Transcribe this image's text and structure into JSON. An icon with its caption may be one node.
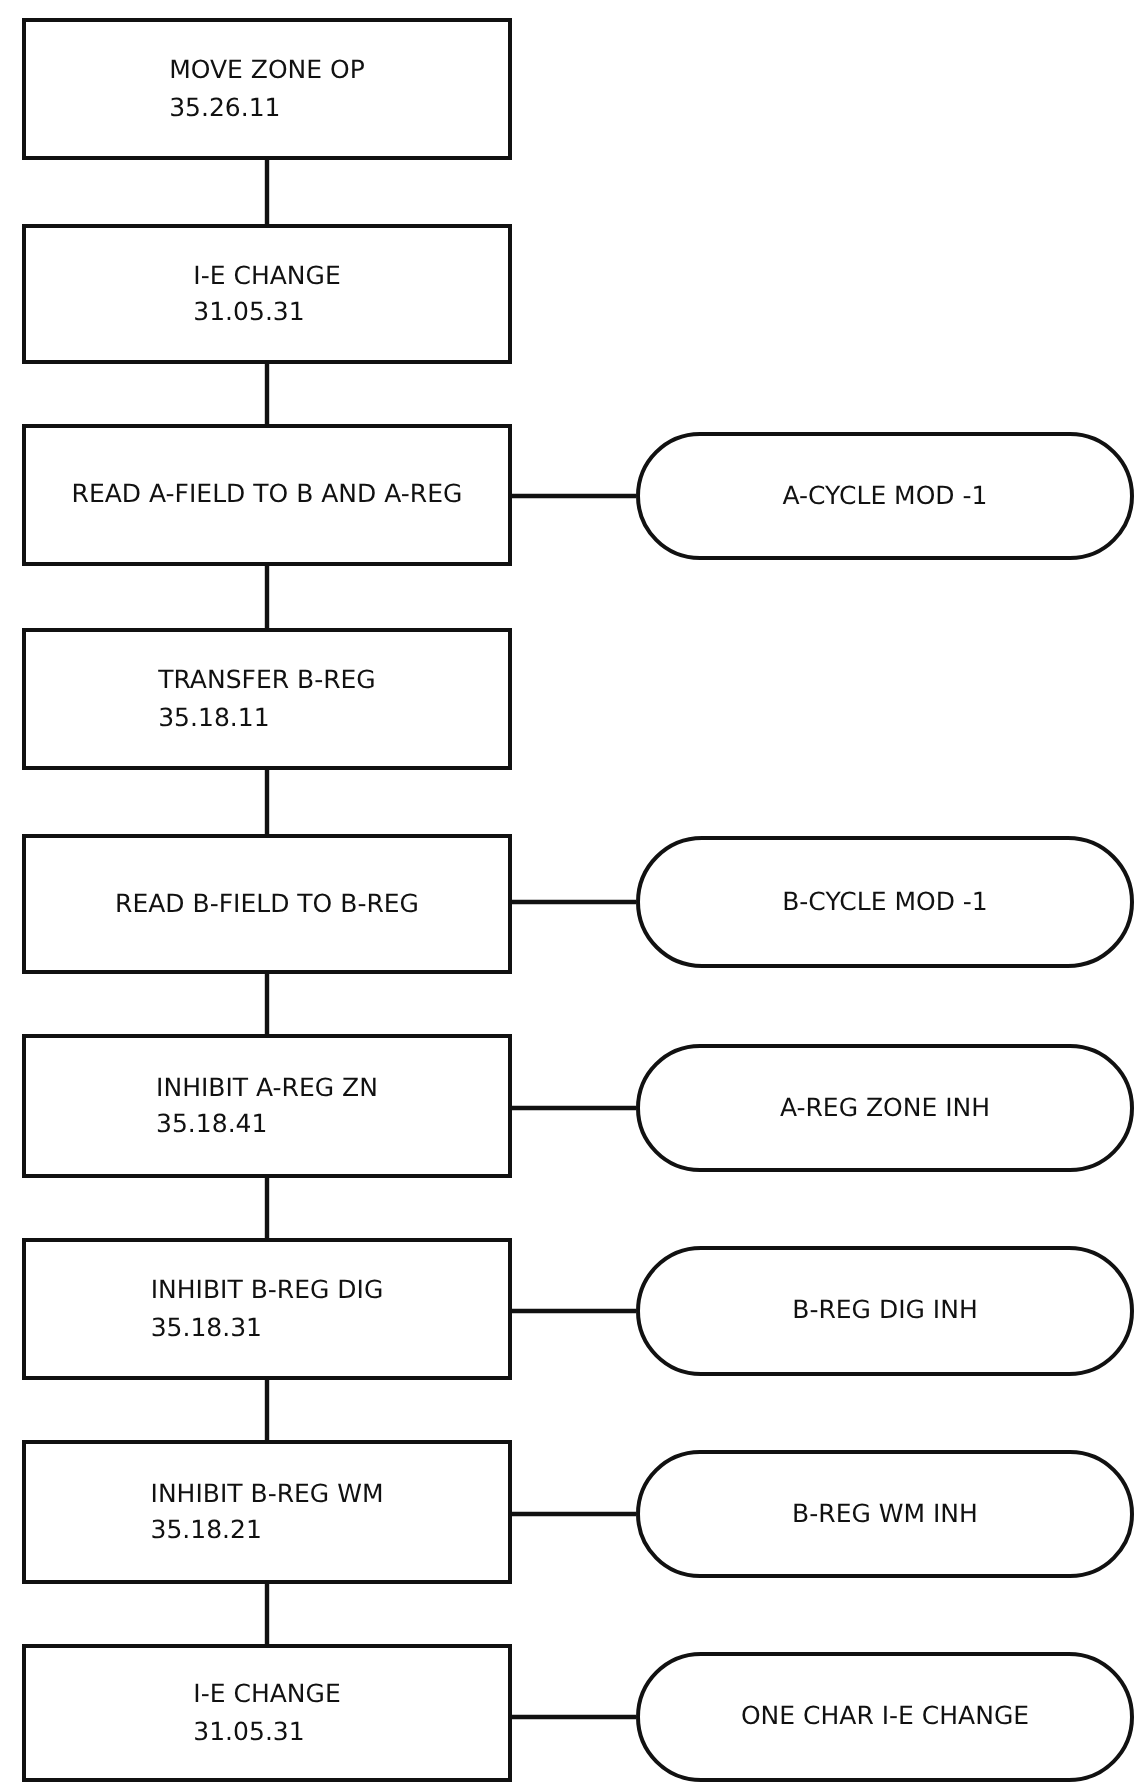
{
  "diagram": {
    "nodes": [
      {
        "text": [
          "MOVE ZONE OP",
          "35.26.11"
        ]
      },
      {
        "text": [
          "I-E CHANGE",
          "31.05.31"
        ]
      },
      {
        "text": [
          "READ A-FIELD TO B AND A-REG"
        ]
      },
      {
        "text": [
          "A-CYCLE MOD -1"
        ]
      },
      {
        "text": [
          "TRANSFER B-REG",
          "35.18.11"
        ]
      },
      {
        "text": [
          "READ B-FIELD TO B-REG"
        ]
      },
      {
        "text": [
          "B-CYCLE MOD -1"
        ]
      },
      {
        "text": [
          "INHIBIT A-REG ZN",
          "35.18.41"
        ]
      },
      {
        "text": [
          "A-REG ZONE INH"
        ]
      },
      {
        "text": [
          "INHIBIT B-REG DIG",
          "35.18.31"
        ]
      },
      {
        "text": [
          "B-REG DIG INH"
        ]
      },
      {
        "text": [
          "INHIBIT B-REG WM",
          "35.18.21"
        ]
      },
      {
        "text": [
          "B-REG WM INH"
        ]
      },
      {
        "text": [
          "I-E CHANGE",
          "31.05.31"
        ]
      },
      {
        "text": [
          "ONE CHAR I-E CHANGE"
        ]
      }
    ],
    "edges": [
      {
        "from": 0,
        "to": 1,
        "arrow": "none"
      },
      {
        "from": 1,
        "to": 2,
        "arrow": "none"
      },
      {
        "from": 2,
        "to": 3,
        "arrow": "none"
      },
      {
        "from": 2,
        "to": 4,
        "arrow": "none"
      },
      {
        "from": 4,
        "to": 5,
        "arrow": "none"
      },
      {
        "from": 5,
        "to": 6,
        "arrow": "none"
      },
      {
        "from": 5,
        "to": 7,
        "arrow": "none"
      },
      {
        "from": 7,
        "to": 8,
        "arrow": "none"
      },
      {
        "from": 7,
        "to": 9,
        "arrow": "none"
      },
      {
        "from": 9,
        "to": 10,
        "arrow": "none"
      },
      {
        "from": 9,
        "to": 11,
        "arrow": "none"
      },
      {
        "from": 11,
        "to": 12,
        "arrow": "none"
      },
      {
        "from": 11,
        "to": 13,
        "arrow": "none"
      },
      {
        "from": 13,
        "to": 14,
        "arrow": "none"
      }
    ]
  }
}
